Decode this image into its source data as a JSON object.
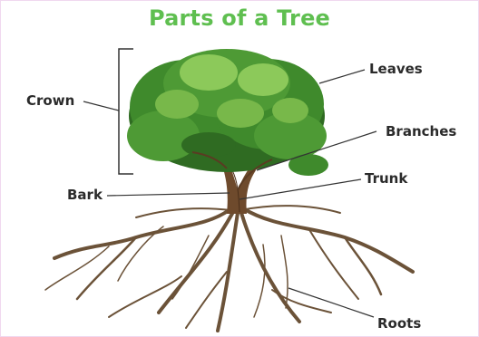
{
  "title": "Parts of a Tree",
  "labels": {
    "crown": "Crown",
    "leaves": "Leaves",
    "branches": "Branches",
    "trunk": "Trunk",
    "bark": "Bark",
    "roots": "Roots"
  },
  "colors": {
    "title": "#5fbf50",
    "foliage_dark": "#2f6b22",
    "foliage_mid": "#4e9a35",
    "foliage_light": "#8cc95a",
    "trunk": "#6e4a2c",
    "roots": "#6b5238"
  }
}
